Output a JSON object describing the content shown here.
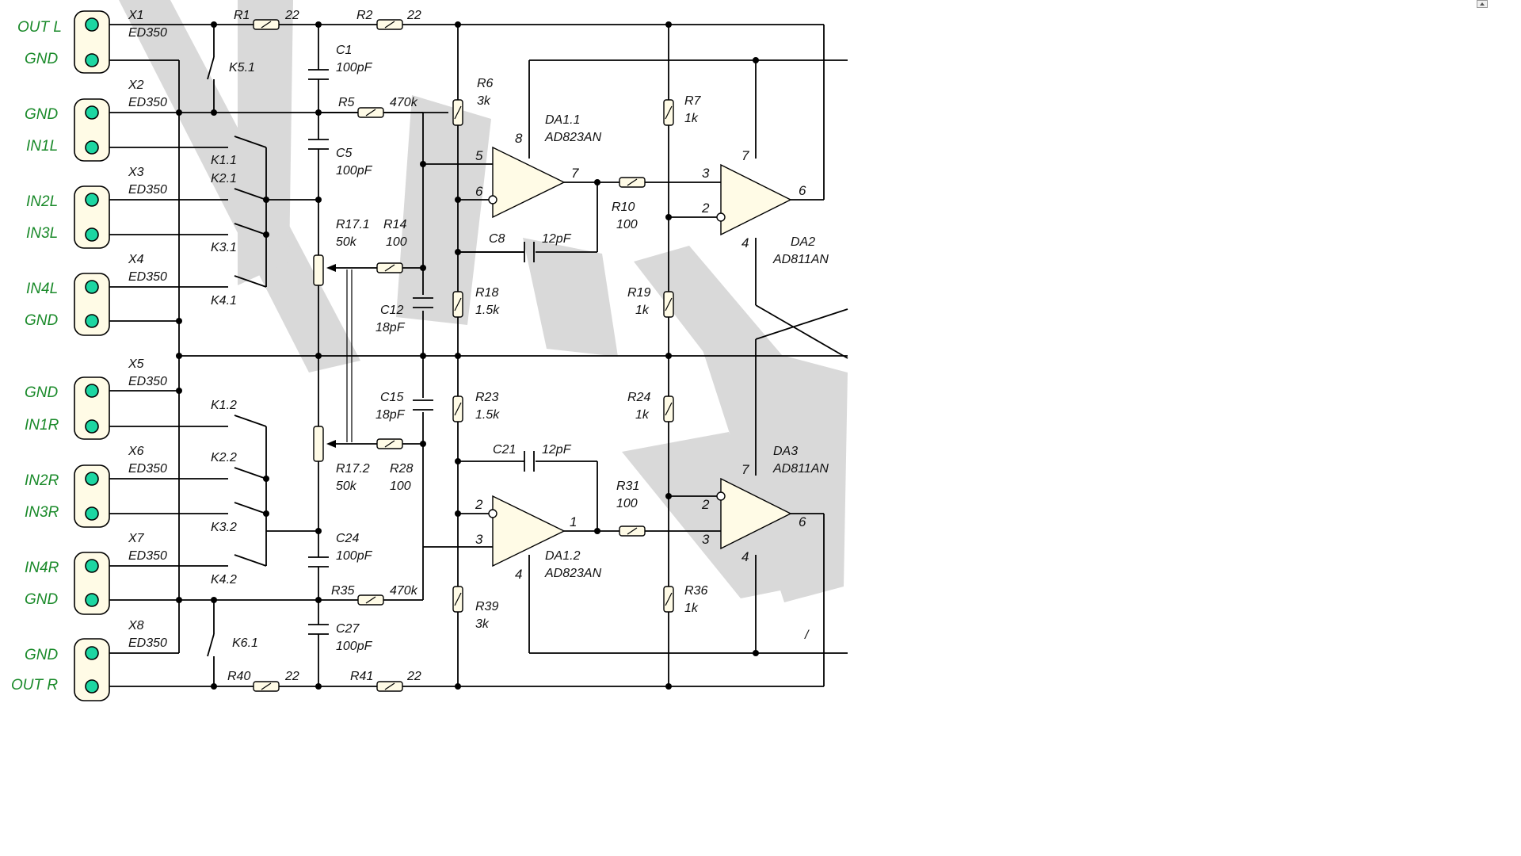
{
  "connectors": [
    {
      "id": "X1",
      "model": "ED350",
      "pins": [
        "OUT L",
        "GND"
      ]
    },
    {
      "id": "X2",
      "model": "ED350",
      "pins": [
        "GND",
        "IN1L"
      ]
    },
    {
      "id": "X3",
      "model": "ED350",
      "pins": [
        "IN2L",
        "IN3L"
      ]
    },
    {
      "id": "X4",
      "model": "ED350",
      "pins": [
        "IN4L",
        "GND"
      ]
    },
    {
      "id": "X5",
      "model": "ED350",
      "pins": [
        "GND",
        "IN1R"
      ]
    },
    {
      "id": "X6",
      "model": "ED350",
      "pins": [
        "IN2R",
        "IN3R"
      ]
    },
    {
      "id": "X7",
      "model": "ED350",
      "pins": [
        "IN4R",
        "GND"
      ]
    },
    {
      "id": "X8",
      "model": "ED350",
      "pins": [
        "GND",
        "OUT R"
      ]
    }
  ],
  "resistors": {
    "R1": {
      "name": "R1",
      "value": "22"
    },
    "R2": {
      "name": "R2",
      "value": "22"
    },
    "R5": {
      "name": "R5",
      "value": "470k"
    },
    "R6": {
      "name": "R6",
      "value": "3k"
    },
    "R7": {
      "name": "R7",
      "value": "1k"
    },
    "R10": {
      "name": "R10",
      "value": "100"
    },
    "R14": {
      "name": "R14",
      "value": "100"
    },
    "R18": {
      "name": "R18",
      "value": "1.5k"
    },
    "R19": {
      "name": "R19",
      "value": "1k"
    },
    "R23": {
      "name": "R23",
      "value": "1.5k"
    },
    "R24": {
      "name": "R24",
      "value": "1k"
    },
    "R28": {
      "name": "R28",
      "value": "100"
    },
    "R31": {
      "name": "R31",
      "value": "100"
    },
    "R35": {
      "name": "R35",
      "value": "470k"
    },
    "R36": {
      "name": "R36",
      "value": "1k"
    },
    "R39": {
      "name": "R39",
      "value": "3k"
    },
    "R40": {
      "name": "R40",
      "value": "22"
    },
    "R41": {
      "name": "R41",
      "value": "22"
    }
  },
  "potentiometers": {
    "R17_1": {
      "name": "R17.1",
      "value": "50k"
    },
    "R17_2": {
      "name": "R17.2",
      "value": "50k"
    }
  },
  "capacitors": {
    "C1": {
      "name": "C1",
      "value": "100pF"
    },
    "C5": {
      "name": "C5",
      "value": "100pF"
    },
    "C8": {
      "name": "C8",
      "value": "12pF"
    },
    "C12": {
      "name": "C12",
      "value": "18pF"
    },
    "C15": {
      "name": "C15",
      "value": "18pF"
    },
    "C21": {
      "name": "C21",
      "value": "12pF"
    },
    "C24": {
      "name": "C24",
      "value": "100pF"
    },
    "C27": {
      "name": "C27",
      "value": "100pF"
    }
  },
  "switches": [
    "K1.1",
    "K2.1",
    "K3.1",
    "K4.1",
    "K1.2",
    "K2.2",
    "K3.2",
    "K4.2",
    "K5.1",
    "K6.1"
  ],
  "opamps": {
    "DA1_1": {
      "name": "DA1.1",
      "part": "AD823AN",
      "pin_plus": "5",
      "pin_minus": "6",
      "pin_out": "7",
      "pin_supply": "8"
    },
    "DA1_2": {
      "name": "DA1.2",
      "part": "AD823AN",
      "pin_plus": "3",
      "pin_minus": "2",
      "pin_out": "1",
      "pin_supply": "4"
    },
    "DA2": {
      "name": "DA2",
      "part": "AD811AN",
      "pin_plus": "3",
      "pin_minus": "2",
      "pin_out": "6",
      "pin_top": "7",
      "pin_bottom": "4"
    },
    "DA3": {
      "name": "DA3",
      "part": "AD811AN",
      "pin_plus": "3",
      "pin_minus": "2",
      "pin_out": "6",
      "pin_top": "7",
      "pin_bottom": "4"
    }
  },
  "misc": {
    "slash": "/"
  }
}
